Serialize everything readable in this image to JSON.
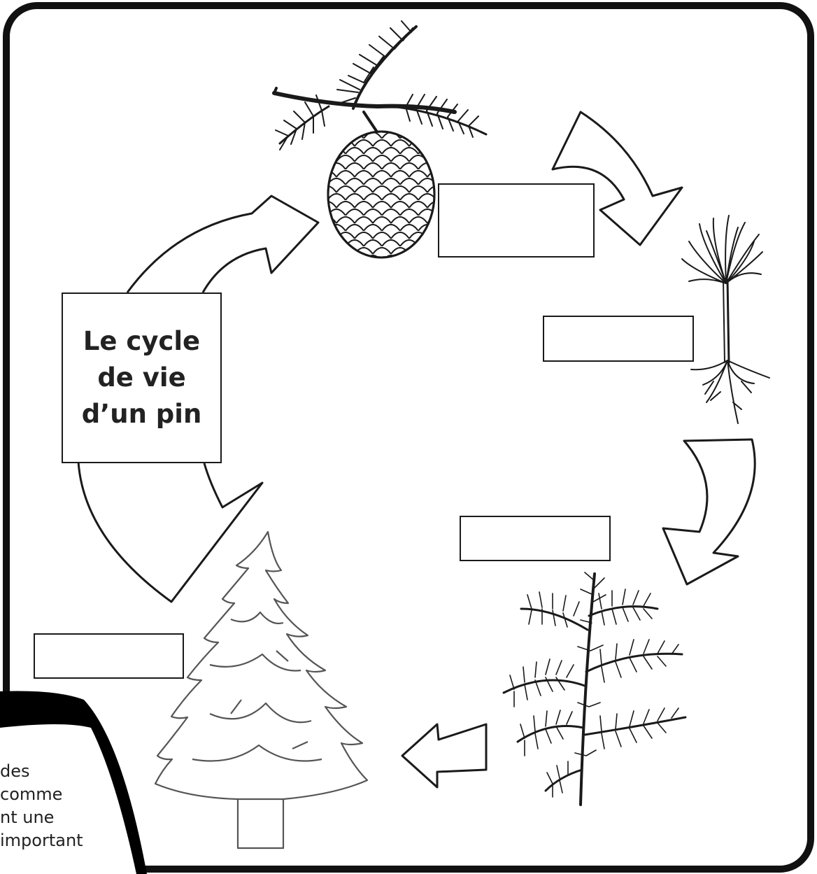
{
  "title": {
    "line1": "Le cycle",
    "line2": "de vie",
    "line3": "d’un pin"
  },
  "label_boxes": [
    "",
    "",
    "",
    ""
  ],
  "stages": [
    "pine-cone",
    "seedling",
    "sapling",
    "mature-tree"
  ],
  "note": {
    "line1": "des",
    "line2": "comme",
    "line3": "nt une",
    "line4": "important"
  },
  "colors": {
    "stroke": "#1a1a1a",
    "note_bubble": "#000000",
    "text": "#222222",
    "background": "#ffffff"
  }
}
